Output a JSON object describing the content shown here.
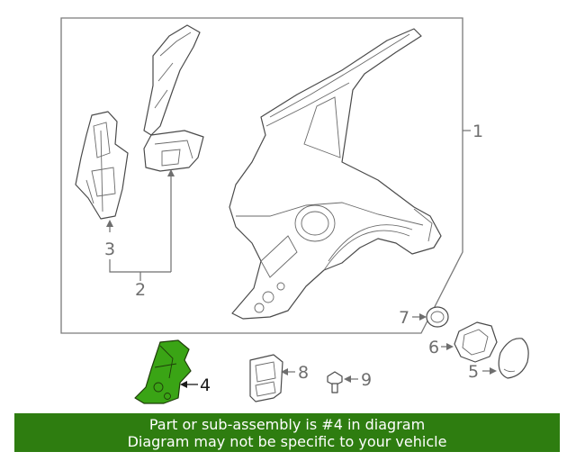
{
  "callouts": {
    "c1": "1",
    "c2": "2",
    "c3": "3",
    "c4": "4",
    "c5": "5",
    "c6": "6",
    "c7": "7",
    "c8": "8",
    "c9": "9"
  },
  "banner": {
    "line1": "Part or sub-assembly is #4 in diagram",
    "line2": "Diagram may not be specific to your vehicle"
  },
  "colors": {
    "highlight": "#2e7d10",
    "highlight_part": "#3aa415",
    "linework": "#4a4a4a"
  }
}
